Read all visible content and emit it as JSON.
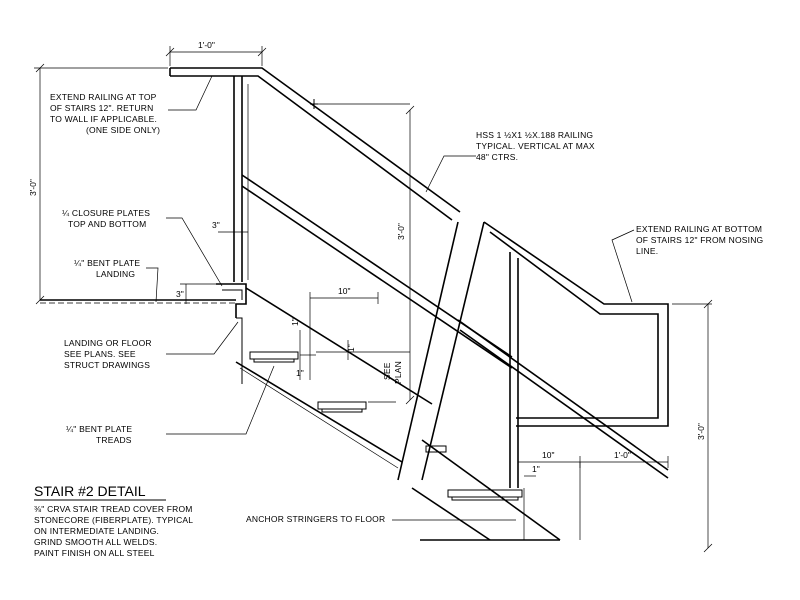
{
  "title": "STAIR #2 DETAIL",
  "notes": {
    "extend_top": [
      "EXTEND RAILING AT TOP",
      "OF STAIRS 12\". RETURN",
      "TO WALL IF APPLICABLE.",
      "(ONE SIDE ONLY)"
    ],
    "closure": [
      "¼ CLOSURE PLATES",
      "TOP AND BOTTOM"
    ],
    "bent_landing": [
      "¼\" BENT PLATE",
      "LANDING"
    ],
    "landing_floor": [
      "LANDING OR FLOOR",
      "SEE PLANS. SEE",
      "STRUCT DRAWINGS"
    ],
    "bent_treads": [
      "¼\" BENT PLATE",
      "TREADS"
    ],
    "railing": [
      "HSS 1 ½X1 ½X.188 RAILING",
      "TYPICAL. VERTICAL AT MAX",
      "48\" CTRS."
    ],
    "extend_bottom": [
      "EXTEND RAILING AT BOTTOM",
      "OF STAIRS 12\" FROM NOSING",
      "LINE."
    ],
    "anchor": "ANCHOR STRINGERS TO FLOOR",
    "see_plan": [
      "SEE",
      "PLAN"
    ],
    "general": [
      "⅜\" CRVA STAIR TREAD COVER FROM",
      "STONECORE (FIBERPLATE). TYPICAL",
      "ON INTERMEDIATE LANDING.",
      "GRIND SMOOTH ALL WELDS.",
      "PAINT FINISH ON ALL STEEL"
    ]
  },
  "dims": {
    "top_extension": "1'-0\"",
    "left_height": "3'-0\"",
    "mid_height": "3'-0\"",
    "right_height": "3'-0\"",
    "gap_3": "3\"",
    "landing_3": "3\"",
    "tread_depth": "10\"",
    "tread_1_a": "1\"",
    "tread_1_b": "1\"",
    "tread_1_c": "1\"",
    "bottom_tread": "10\"",
    "bottom_extension": "1'-0\"",
    "bottom_1": "1\""
  }
}
